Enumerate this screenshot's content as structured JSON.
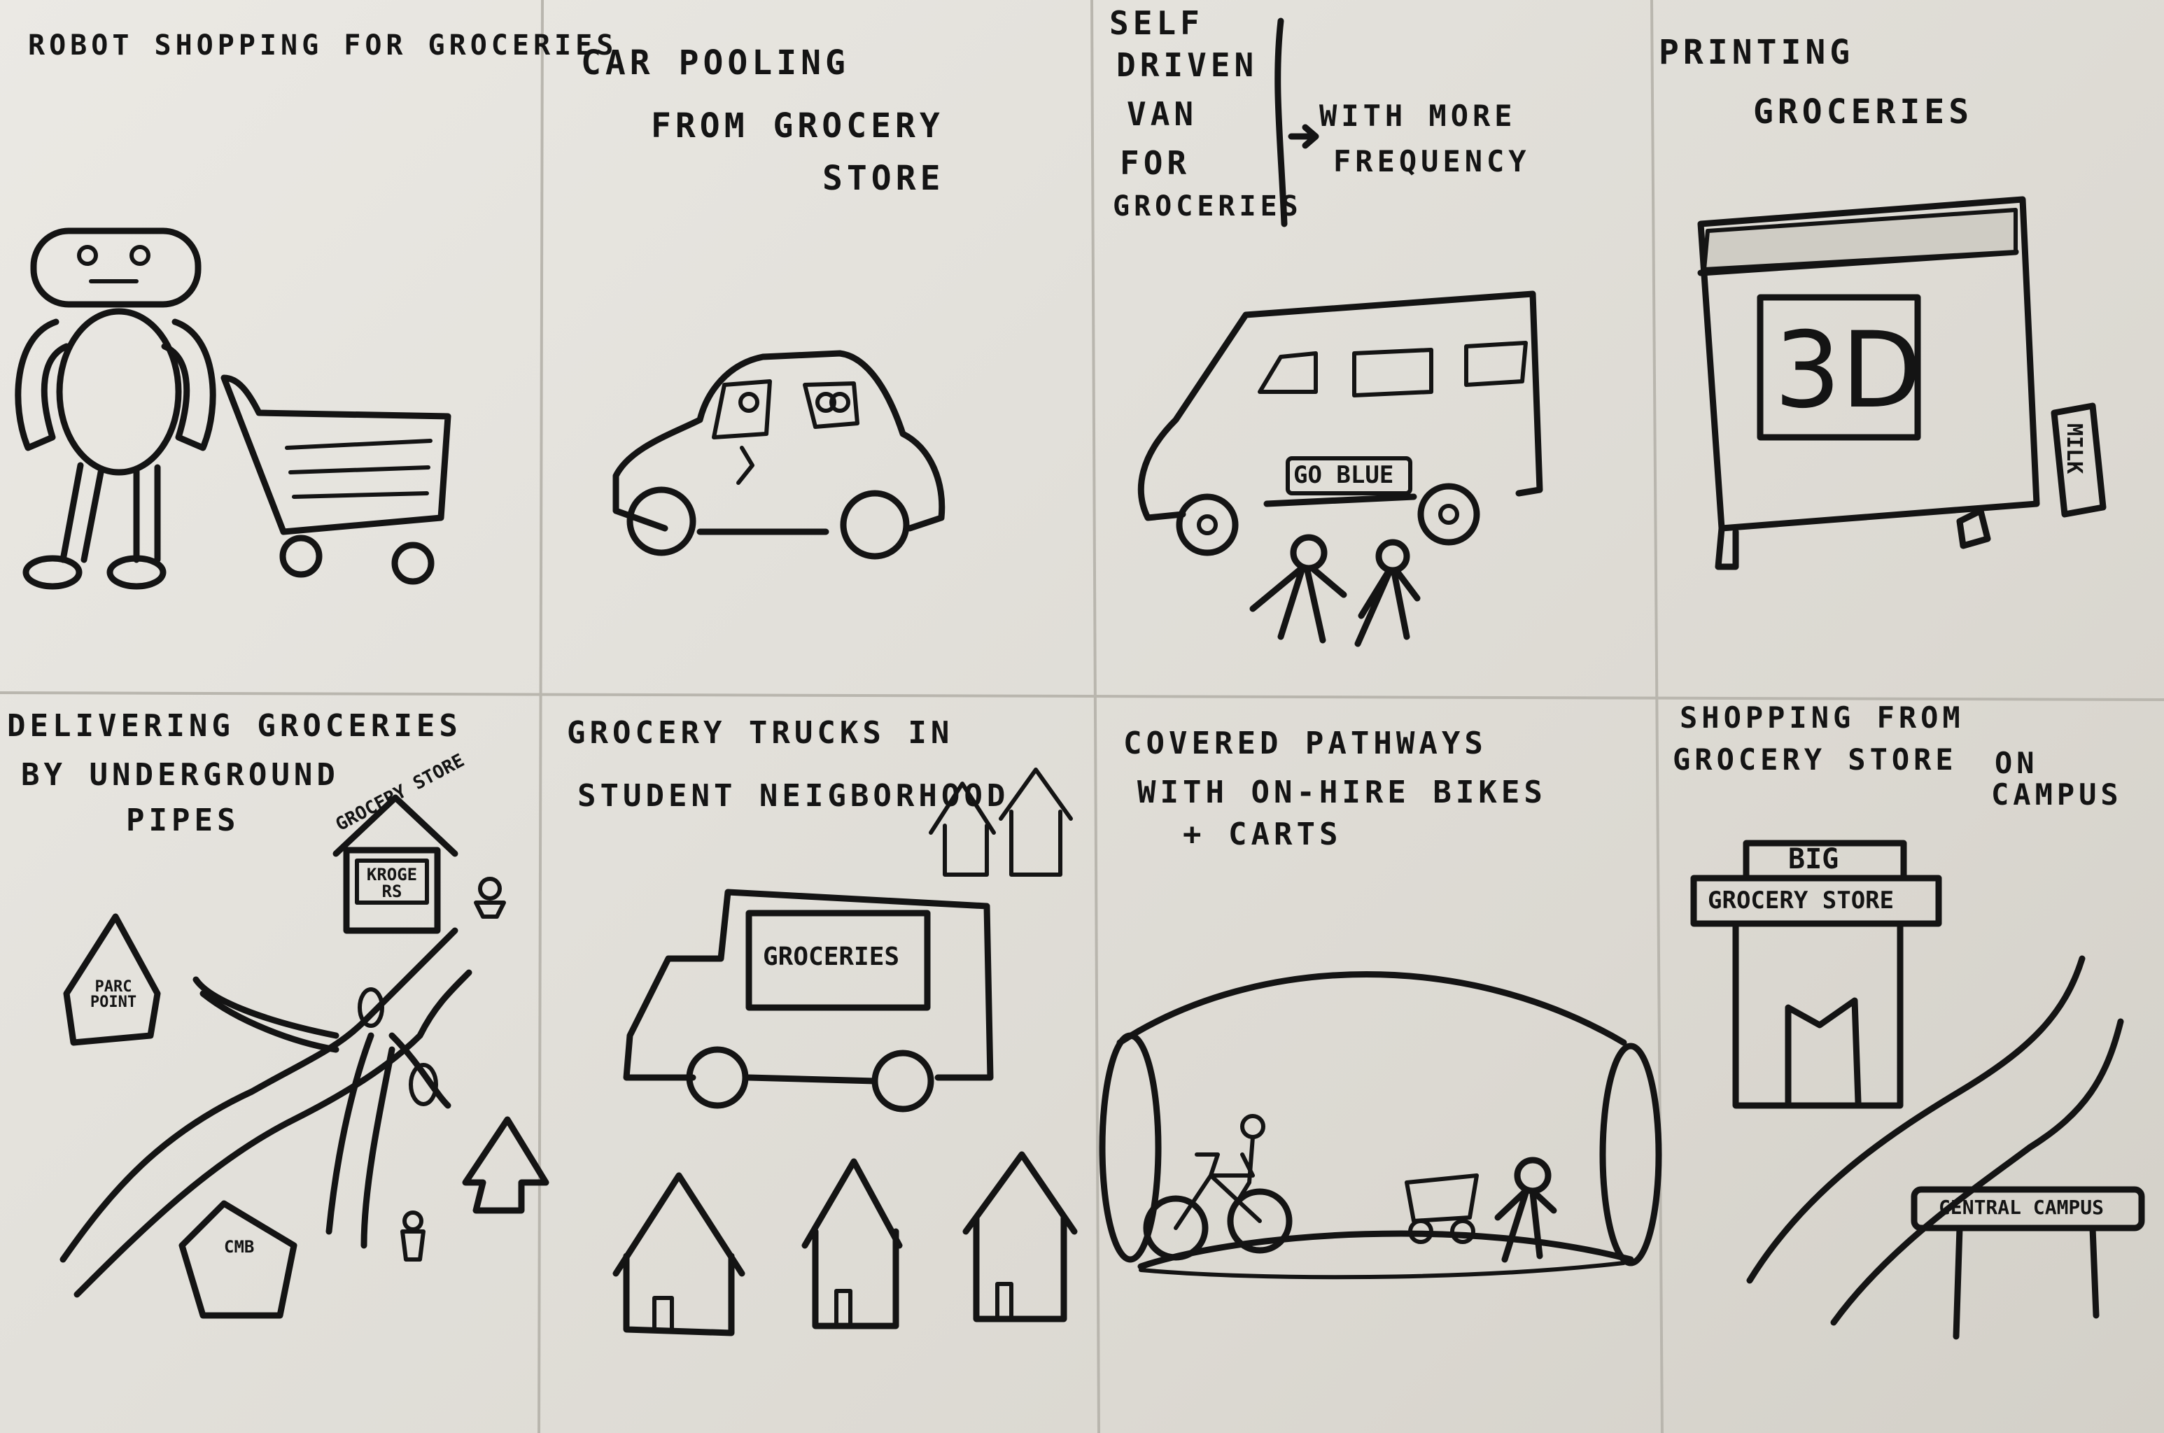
{
  "panels": [
    {
      "title": "ROBOT SHOPPING FOR GROCERIES"
    },
    {
      "title_lines": [
        "CAR POOLING",
        "FROM GROCERY",
        "STORE"
      ]
    },
    {
      "title_lines": [
        "SELF",
        "DRIVEN",
        "VAN",
        "FOR",
        "GROCERIES"
      ],
      "note_lines": [
        "WITH MORE",
        "FREQUENCY"
      ],
      "plate": "GO BLUE"
    },
    {
      "title_lines": [
        "PRINTING",
        "GROCERIES"
      ],
      "screen": "3D",
      "box": "MILK"
    },
    {
      "title_lines": [
        "DELIVERING GROCERIES",
        "BY UNDERGROUND",
        "PIPES"
      ],
      "store_sign": "GROCERY STORE",
      "store_door": "KROGE RS",
      "house_1": "PARC POINT",
      "house_2": "CMB"
    },
    {
      "title_lines": [
        "GROCERY TRUCKS IN",
        "STUDENT NEIGBORHOOD"
      ],
      "truck_sign": "GROCERIES"
    },
    {
      "title_lines": [
        "COVERED PATHWAYS",
        "WITH ON-HIRE BIKES",
        "+ CARTS"
      ]
    },
    {
      "title_lines": [
        "SHOPPING FROM",
        "GROCERY STORE",
        "ON",
        "CAMPUS"
      ],
      "store_big": "BIG",
      "store_sign": "GROCERY STORE",
      "road_sign": "CENTRAL CAMPUS"
    }
  ]
}
